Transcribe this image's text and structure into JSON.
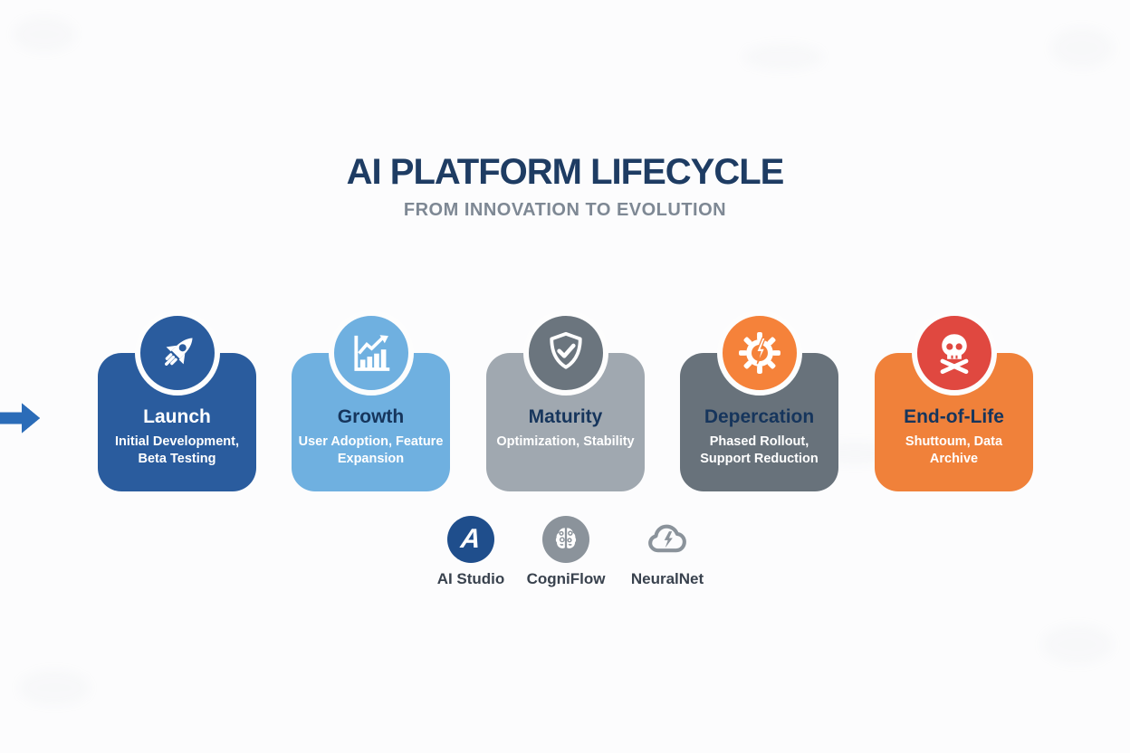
{
  "header": {
    "title": "AI PLATFORM LIFECYCLE",
    "subtitle": "FROM INNOVATION TO EVOLUTION"
  },
  "stages": [
    {
      "title": "Launch",
      "subtitle": "Initial Development, Beta Testing",
      "icon": "rocket-icon",
      "box_color": "#2a5c9e",
      "circle_color": "#2a5c9e",
      "title_color": "#ffffff",
      "subtitle_color": "#ffffff"
    },
    {
      "title": "Growth",
      "subtitle": "User Adoption, Feature Expansion",
      "icon": "bar-chart-icon",
      "box_color": "#6fb0e0",
      "circle_color": "#6fb0e0",
      "title_color": "#16355c",
      "subtitle_color": "#ffffff"
    },
    {
      "title": "Maturity",
      "subtitle": "Optimization, Stability",
      "icon": "shield-check-icon",
      "box_color": "#a0a8b0",
      "circle_color": "#6b757e",
      "title_color": "#16355c",
      "subtitle_color": "#ffffff"
    },
    {
      "title": "Depercation",
      "subtitle": "Phased Rollout, Support Reduction",
      "icon": "gear-bolt-icon",
      "box_color": "#68727b",
      "circle_color": "#f5823a",
      "title_color": "#16355c",
      "subtitle_color": "#ffffff"
    },
    {
      "title": "End-of-Life",
      "subtitle": "Shuttoum, Data Archive",
      "icon": "skull-crossbones-icon",
      "box_color": "#f0813a",
      "circle_color": "#e04840",
      "title_color": "#16355c",
      "subtitle_color": "#ffffff"
    }
  ],
  "platforms": [
    {
      "name": "AI Studio",
      "monogram": "A",
      "color": "#1f4e8c",
      "icon": "ai-studio-monogram-icon"
    },
    {
      "name": "CogniFlow",
      "color": "#8b939b",
      "icon": "brain-icon"
    },
    {
      "name": "NeuralNet",
      "color": "#8b939b",
      "icon": "cloud-bolt-icon"
    }
  ],
  "palette": {
    "background": "#fcfcfd",
    "header_title": "#1e3c63",
    "header_subtitle": "#7e8894",
    "arrow": "#2b6cb8",
    "platform_label": "#39424e"
  }
}
